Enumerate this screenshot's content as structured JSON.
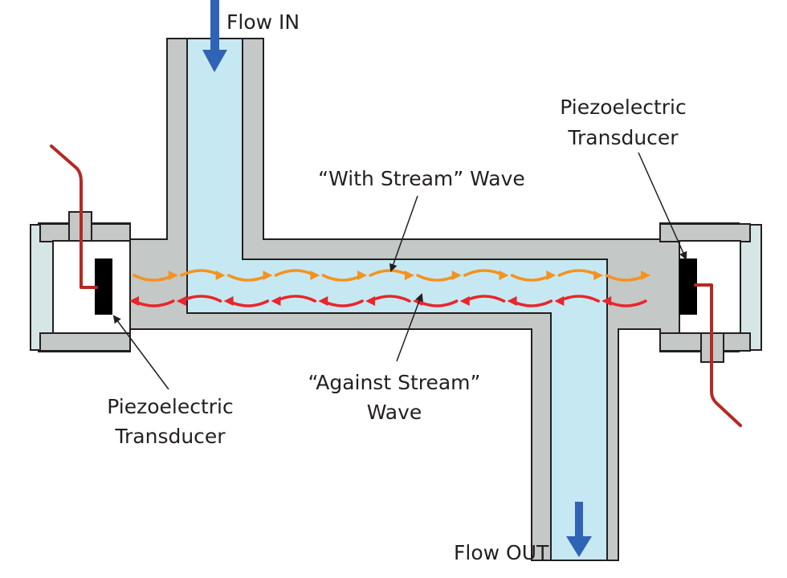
{
  "diagram": {
    "title": "Ultrasonic transit-time flow meter",
    "labels": {
      "flow_in": "Flow IN",
      "flow_out": "Flow OUT",
      "with_stream": "“With Stream” Wave",
      "against_stream_line1": "“Against Stream”",
      "against_stream_line2": "Wave",
      "transducer_left_line1": "Piezoelectric",
      "transducer_left_line2": "Transducer",
      "transducer_right_line1": "Piezoelectric",
      "transducer_right_line2": "Transducer"
    },
    "components": [
      "inlet-pipe",
      "measurement-tube",
      "outlet-pipe",
      "left-transducer-housing",
      "right-transducer-housing",
      "left-piezo-transducer",
      "right-piezo-transducer",
      "left-signal-wire",
      "right-signal-wire"
    ],
    "waves": {
      "with_stream": {
        "direction": "right",
        "segments": 11
      },
      "against_stream": {
        "direction": "left",
        "segments": 11
      }
    },
    "colors": {
      "wall": "#c4c8c6",
      "fluid": "#c6e8f2",
      "end_cap": "#d6e6e6",
      "transducer": "#000000",
      "wire": "#b42a22",
      "flow_arrow": "#2f63b5",
      "with_stream_wave": "#f5921e",
      "against_stream_wave": "#e8262b",
      "outline": "#231f20"
    }
  }
}
